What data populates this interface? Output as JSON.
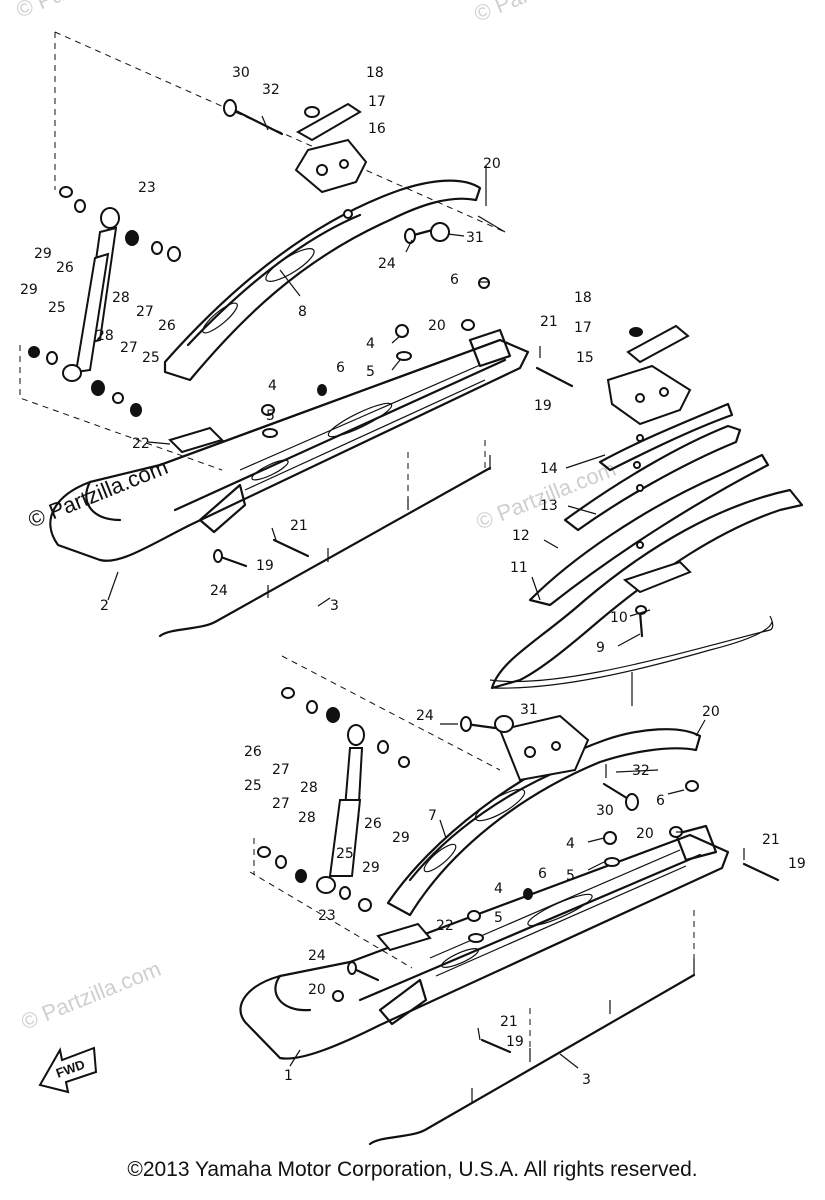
{
  "copyright": "©2013 Yamaha Motor Corporation, U.S.A. All rights reserved.",
  "watermarks": [
    "© Partzilla.com",
    "© Partzilla.com",
    "© Partzilla.com",
    "© Partzilla.com",
    "© Partzilla.com"
  ],
  "fwd_label": "FWD",
  "callouts": [
    {
      "label": "30"
    },
    {
      "label": "32"
    },
    {
      "label": "18"
    },
    {
      "label": "17"
    },
    {
      "label": "16"
    },
    {
      "label": "20"
    },
    {
      "label": "23"
    },
    {
      "label": "29"
    },
    {
      "label": "26"
    },
    {
      "label": "31"
    },
    {
      "label": "24"
    },
    {
      "label": "28"
    },
    {
      "label": "27"
    },
    {
      "label": "26"
    },
    {
      "label": "29"
    },
    {
      "label": "25"
    },
    {
      "label": "8"
    },
    {
      "label": "6"
    },
    {
      "label": "28"
    },
    {
      "label": "27"
    },
    {
      "label": "25"
    },
    {
      "label": "4"
    },
    {
      "label": "20"
    },
    {
      "label": "21"
    },
    {
      "label": "5"
    },
    {
      "label": "18"
    },
    {
      "label": "17"
    },
    {
      "label": "15"
    },
    {
      "label": "4"
    },
    {
      "label": "6"
    },
    {
      "label": "19"
    },
    {
      "label": "5"
    },
    {
      "label": "22"
    },
    {
      "label": "14"
    },
    {
      "label": "13"
    },
    {
      "label": "21"
    },
    {
      "label": "12"
    },
    {
      "label": "19"
    },
    {
      "label": "24"
    },
    {
      "label": "3"
    },
    {
      "label": "11"
    },
    {
      "label": "2"
    },
    {
      "label": "10"
    },
    {
      "label": "9"
    },
    {
      "label": "24"
    },
    {
      "label": "31"
    },
    {
      "label": "20"
    },
    {
      "label": "26"
    },
    {
      "label": "27"
    },
    {
      "label": "28"
    },
    {
      "label": "32"
    },
    {
      "label": "25"
    },
    {
      "label": "7"
    },
    {
      "label": "30"
    },
    {
      "label": "6"
    },
    {
      "label": "27"
    },
    {
      "label": "28"
    },
    {
      "label": "26"
    },
    {
      "label": "29"
    },
    {
      "label": "20"
    },
    {
      "label": "21"
    },
    {
      "label": "4"
    },
    {
      "label": "19"
    },
    {
      "label": "5"
    },
    {
      "label": "25"
    },
    {
      "label": "29"
    },
    {
      "label": "6"
    },
    {
      "label": "4"
    },
    {
      "label": "23"
    },
    {
      "label": "5"
    },
    {
      "label": "22"
    },
    {
      "label": "24"
    },
    {
      "label": "20"
    },
    {
      "label": "21"
    },
    {
      "label": "19"
    },
    {
      "label": "3"
    },
    {
      "label": "1"
    }
  ]
}
